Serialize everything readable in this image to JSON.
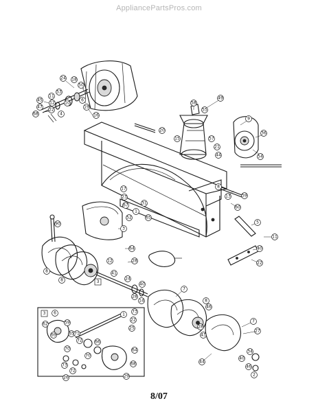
{
  "header": {
    "site": "AppliancePartsPros.com"
  },
  "footer": {
    "revision": "8/07"
  },
  "callouts": {
    "c24": "24",
    "c18": "18",
    "c50": "50",
    "c53": "53",
    "c11": "11",
    "c12": "12",
    "c10": "10",
    "c45": "45",
    "c47": "47",
    "c6": "6",
    "c19": "19",
    "c22": "22",
    "c4": "4",
    "c68": "68",
    "c16": "16",
    "c49": "49",
    "c58": "58",
    "c55": "55",
    "c9": "9",
    "c36": "36",
    "c54": "54",
    "c20": "20",
    "c15": "15",
    "c57": "57",
    "c21": "21",
    "c44": "44",
    "c17": "17",
    "c8": "8",
    "c23": "23",
    "c67": "67",
    "c31": "31",
    "c1": "1",
    "c52": "52",
    "c65": "65",
    "c13": "13",
    "c59": "59",
    "c60": "60",
    "c5": "5",
    "c90": "90",
    "c28": "28",
    "c41": "41",
    "c3": "3",
    "c7": "7",
    "c14": "14",
    "c40": "40",
    "c43": "43",
    "c62": "62",
    "c64": "64",
    "c69": "69",
    "c70": "70",
    "c71": "71",
    "c72": "72",
    "c73": "73",
    "c25": "25",
    "c66": "66",
    "c46": "46",
    "c2": "2",
    "c27": "27",
    "c34": "34",
    "c26": "26",
    "c29": "29"
  }
}
